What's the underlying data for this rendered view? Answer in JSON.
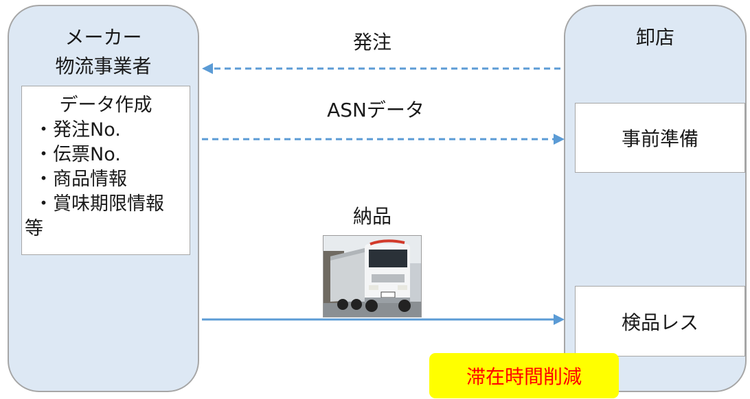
{
  "maker": {
    "title_line1": "メーカー",
    "title_line2": "物流事業者",
    "data_box": {
      "heading": "データ作成",
      "items": [
        "・発注No.",
        "・伝票No.",
        "・商品情報",
        "・賞味期限情報",
        "等"
      ]
    }
  },
  "wholesaler": {
    "title": "卸店",
    "prep_label": "事前準備",
    "check_label": "検品レス"
  },
  "flows": {
    "order_label": "発注",
    "asn_label": "ASNデータ",
    "delivery_label": "納品"
  },
  "result_badge": "滞在時間削減",
  "colors": {
    "panel_fill": "#dde8f4",
    "arrow": "#5b9bd5",
    "badge_fill": "#ffff00",
    "badge_text": "#ff0000"
  }
}
